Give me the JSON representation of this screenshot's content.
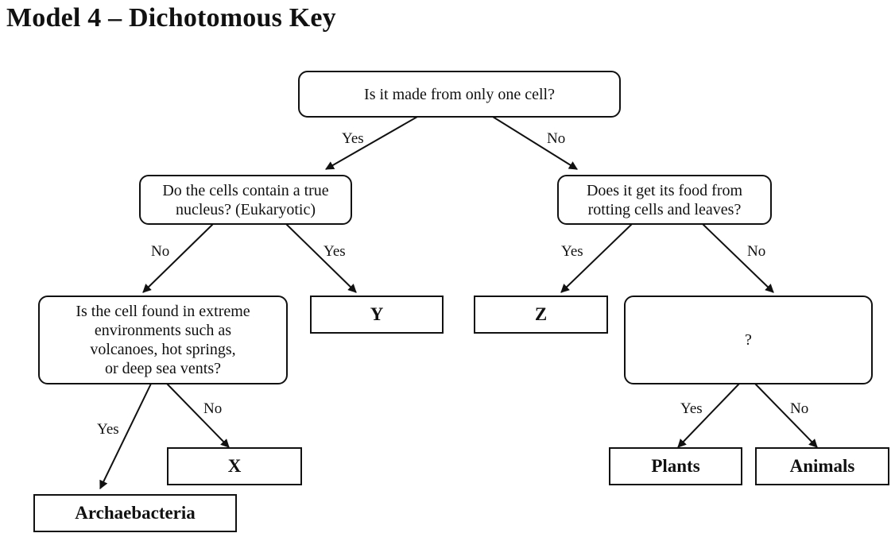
{
  "title": "Model 4 – Dichotomous Key",
  "nodes": {
    "q_one_cell": "Is it made from only one cell?",
    "q_true_nucleus": "Do the cells contain a true\nnucleus? (Eukaryotic)",
    "q_food_rotting": "Does it get its food from\nrotting cells and leaves?",
    "q_extreme": "Is the cell found in extreme\nenvironments such as\nvolcanoes, hot springs,\nor deep sea vents?",
    "unknown": "?",
    "y": "Y",
    "z": "Z",
    "x": "X",
    "archaebacteria": "Archaebacteria",
    "plants": "Plants",
    "animals": "Animals"
  },
  "edge_labels": {
    "one_cell_yes": "Yes",
    "one_cell_no": "No",
    "nucleus_no": "No",
    "nucleus_yes": "Yes",
    "food_yes": "Yes",
    "food_no": "No",
    "extreme_yes": "Yes",
    "extreme_no": "No",
    "unknown_yes": "Yes",
    "unknown_no": "No"
  }
}
